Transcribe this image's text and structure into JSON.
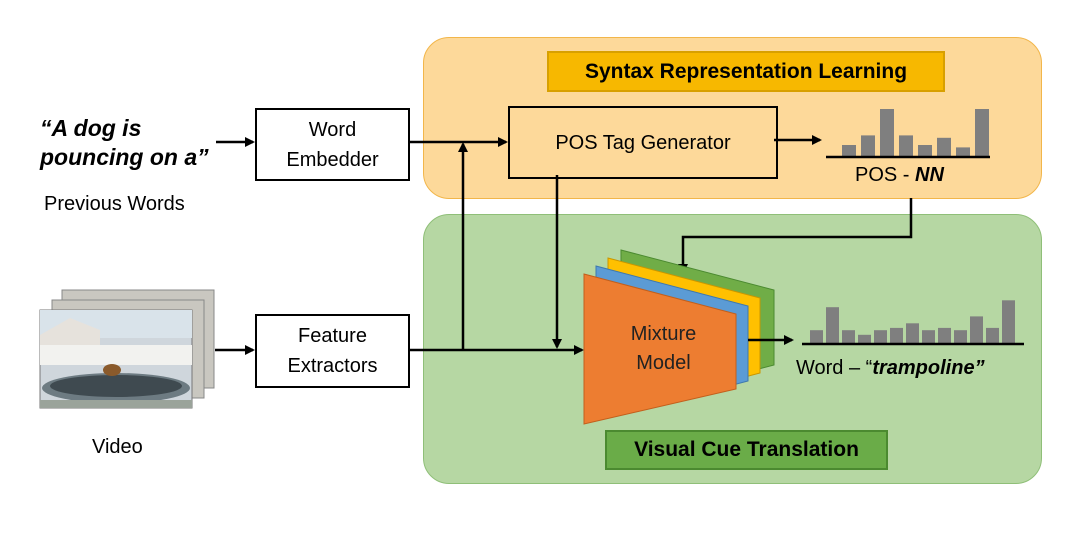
{
  "input": {
    "quote": "“A dog is\npouncing on a”",
    "previous_words_label": "Previous Words",
    "video_label": "Video"
  },
  "modules": {
    "word_embedder": "Word\nEmbedder",
    "feature_extractors": "Feature\nExtractors",
    "pos_tag_generator": "POS Tag Generator",
    "mixture_model": "Mixture\nModel"
  },
  "panels": {
    "syntax_title": "Syntax Representation Learning",
    "visual_title": "Visual Cue Translation"
  },
  "outputs": {
    "pos_prefix": "POS - ",
    "pos_value": "NN",
    "word_prefix": "Word – “",
    "word_value": "trampoline”"
  },
  "histograms": {
    "pos_bars": [
      0.25,
      0.45,
      1.0,
      0.45,
      0.25,
      0.4,
      0.2,
      1.0
    ],
    "word_bars": [
      0.3,
      0.8,
      0.3,
      0.2,
      0.3,
      0.35,
      0.45,
      0.3,
      0.35,
      0.3,
      0.6,
      0.35,
      0.95
    ]
  },
  "colors": {
    "syntax_panel": "#fdd99a",
    "syntax_title": "#f7b800",
    "visual_panel": "#b6d7a3",
    "visual_title": "#6aac48",
    "mixture_front": "#ed7d31",
    "mixture_blue": "#5b9bd5",
    "mixture_yellow": "#ffc000",
    "mixture_green": "#70ad47",
    "bars": "#7f7f7f"
  }
}
